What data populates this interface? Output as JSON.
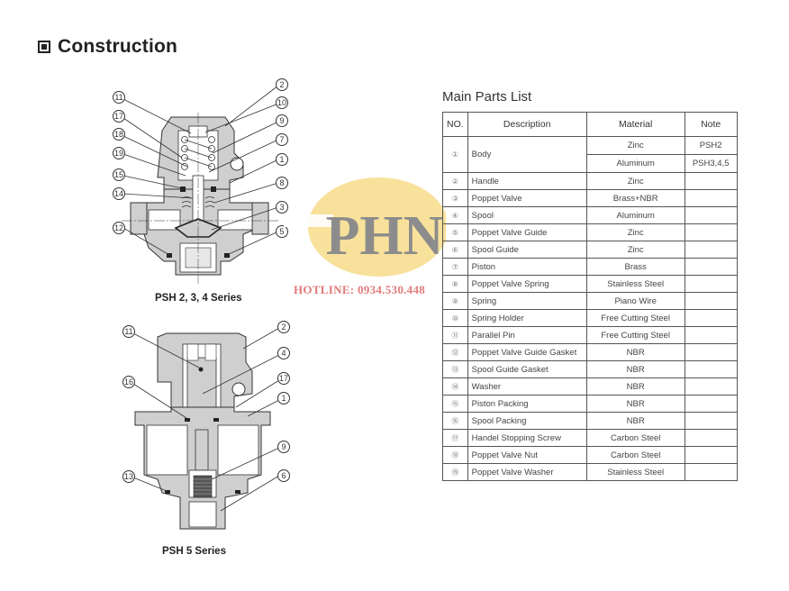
{
  "heading": {
    "icon": "filled-square-icon",
    "title": "Construction"
  },
  "parts_list": {
    "title": "Main Parts List",
    "columns": [
      "NO.",
      "Description",
      "Material",
      "Note"
    ],
    "rows": [
      {
        "no": "①",
        "description": "Body",
        "material": "Zinc",
        "note": "PSH2",
        "material2": "Aluminum",
        "note2": "PSH3,4,5"
      },
      {
        "no": "②",
        "description": "Handle",
        "material": "Zinc",
        "note": ""
      },
      {
        "no": "③",
        "description": "Poppet Valve",
        "material": "Brass+NBR",
        "note": ""
      },
      {
        "no": "④",
        "description": "Spool",
        "material": "Aluminum",
        "note": ""
      },
      {
        "no": "⑤",
        "description": "Poppet Valve Guide",
        "material": "Zinc",
        "note": ""
      },
      {
        "no": "⑥",
        "description": "Spool Guide",
        "material": "Zinc",
        "note": ""
      },
      {
        "no": "⑦",
        "description": "Piston",
        "material": "Brass",
        "note": ""
      },
      {
        "no": "⑧",
        "description": "Poppet Valve Spring",
        "material": "Stainless Steel",
        "note": ""
      },
      {
        "no": "⑨",
        "description": "Spring",
        "material": "Piano Wire",
        "note": ""
      },
      {
        "no": "⑩",
        "description": "Spring Holder",
        "material": "Free Cutting Steel",
        "note": ""
      },
      {
        "no": "⑪",
        "description": "Parallel Pin",
        "material": "Free Cutting Steel",
        "note": ""
      },
      {
        "no": "⑫",
        "description": "Poppet Valve Guide Gasket",
        "material": "NBR",
        "note": ""
      },
      {
        "no": "⑬",
        "description": "Spool Guide Gasket",
        "material": "NBR",
        "note": ""
      },
      {
        "no": "⑭",
        "description": "Washer",
        "material": "NBR",
        "note": ""
      },
      {
        "no": "⑮",
        "description": "Piston Packing",
        "material": "NBR",
        "note": ""
      },
      {
        "no": "⑯",
        "description": "Spool Packing",
        "material": "NBR",
        "note": ""
      },
      {
        "no": "⑰",
        "description": "Handel Stopping Screw",
        "material": "Carbon Steel",
        "note": ""
      },
      {
        "no": "⑱",
        "description": "Poppet Valve Nut",
        "material": "Carbon Steel",
        "note": ""
      },
      {
        "no": "⑲",
        "description": "Poppet Valve Washer",
        "material": "Stainless Steel",
        "note": ""
      }
    ]
  },
  "diagrams": [
    {
      "caption": "PSH 2, 3, 4 Series",
      "callouts_left": [
        "11",
        "17",
        "18",
        "19",
        "15",
        "14",
        "12"
      ],
      "callouts_right": [
        "2",
        "10",
        "9",
        "7",
        "1",
        "8",
        "3",
        "5"
      ]
    },
    {
      "caption": "PSH 5 Series",
      "callouts_left": [
        "11",
        "16",
        "13"
      ],
      "callouts_right": [
        "2",
        "4",
        "17",
        "1",
        "9",
        "6"
      ]
    }
  ],
  "watermark": {
    "logo_text": "PHN",
    "hotline": "HOTLINE: 0934.530.448",
    "colors": {
      "ellipse": "#f7dc8a",
      "letters": "#8c8c8c",
      "hotline": "#e07b7b"
    }
  }
}
